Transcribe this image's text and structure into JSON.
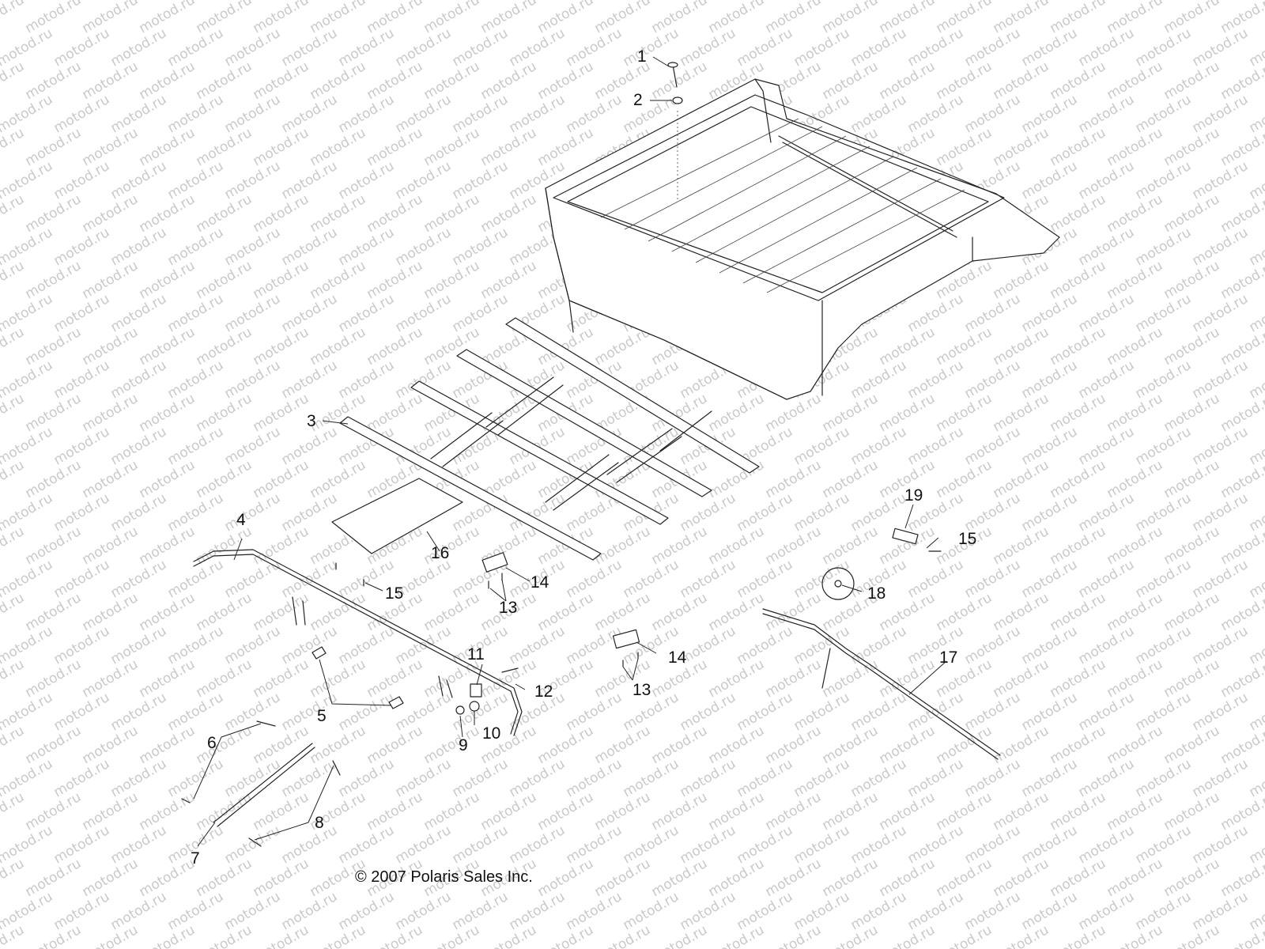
{
  "watermark": "motod.ru",
  "copyright": "© 2007 Polaris Sales Inc.",
  "callouts": [
    "1",
    "2",
    "3",
    "4",
    "5",
    "6",
    "7",
    "8",
    "9",
    "10",
    "11",
    "12",
    "13",
    "13",
    "14",
    "14",
    "15",
    "15",
    "16",
    "17",
    "18",
    "19"
  ]
}
